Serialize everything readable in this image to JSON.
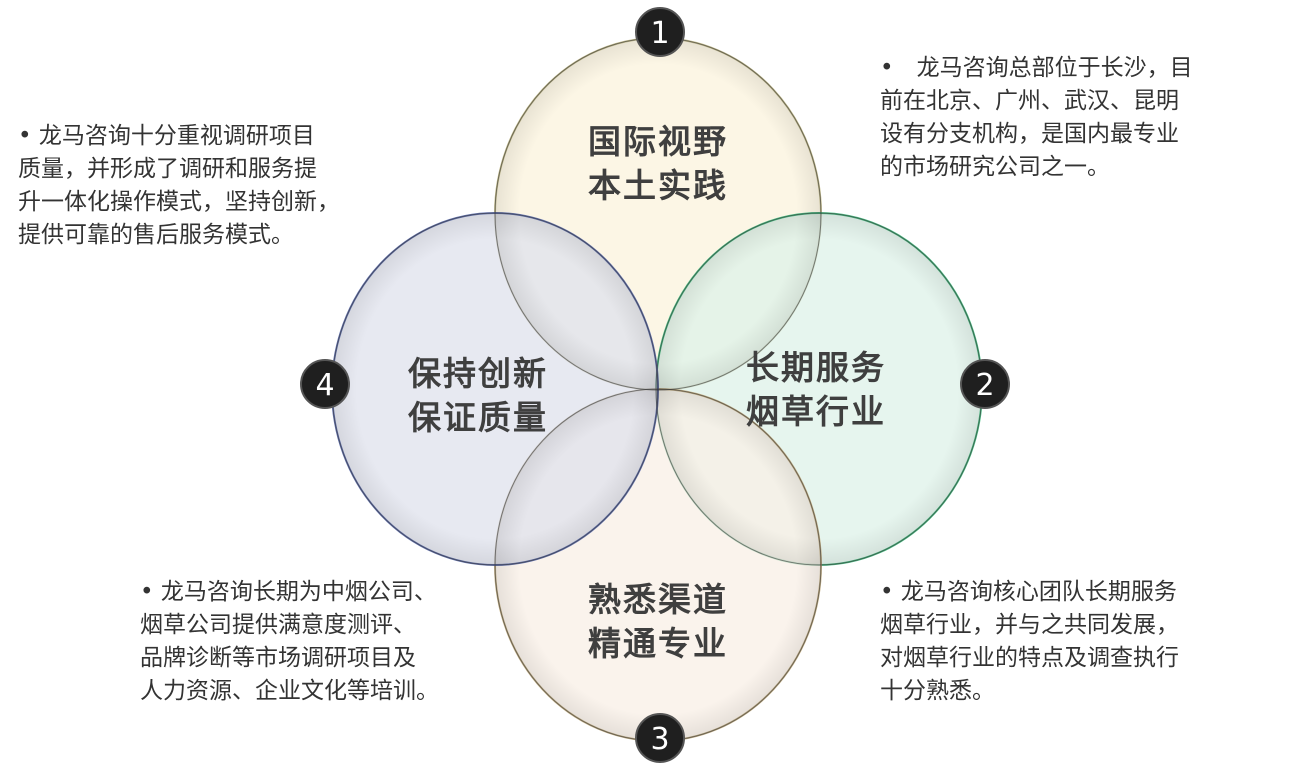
{
  "circles": [
    {
      "number": "1",
      "line1": "国际视野",
      "line2": "本土实践",
      "color": "#fbf3dc",
      "stroke": "#c8c090"
    },
    {
      "number": "2",
      "line1": "长期服务",
      "line2": "烟草行业",
      "color": "#ddf2e8",
      "stroke": "#4fc48a"
    },
    {
      "number": "3",
      "line1": "熟悉渠道",
      "line2": "精通专业",
      "color": "#f8efe6",
      "stroke": "#c8b48a"
    },
    {
      "number": "4",
      "line1": "保持创新",
      "line2": "保证质量",
      "color": "#dfe1ec",
      "stroke": "#6a7ab8"
    }
  ],
  "descriptions": {
    "top_right": [
      "•　龙马咨询总部位于长沙，目",
      "前在北京、广州、武汉、昆明",
      "设有分支机构，是国内最专业",
      "的市场研究公司之一。"
    ],
    "top_left": [
      "• 龙马咨询十分重视调研项目",
      "质量，并形成了调研和服务提",
      "升一体化操作模式，坚持创新，",
      "提供可靠的售后服务模式。"
    ],
    "bottom_left": [
      "• 龙马咨询长期为中烟公司、",
      "烟草公司提供满意度测评、",
      "品牌诊断等市场调研项目及",
      "人力资源、企业文化等培训。"
    ],
    "bottom_right": [
      "• 龙马咨询核心团队长期服务",
      "烟草行业，并与之共同发展，",
      "对烟草行业的特点及调查执行",
      "十分熟悉。"
    ]
  }
}
